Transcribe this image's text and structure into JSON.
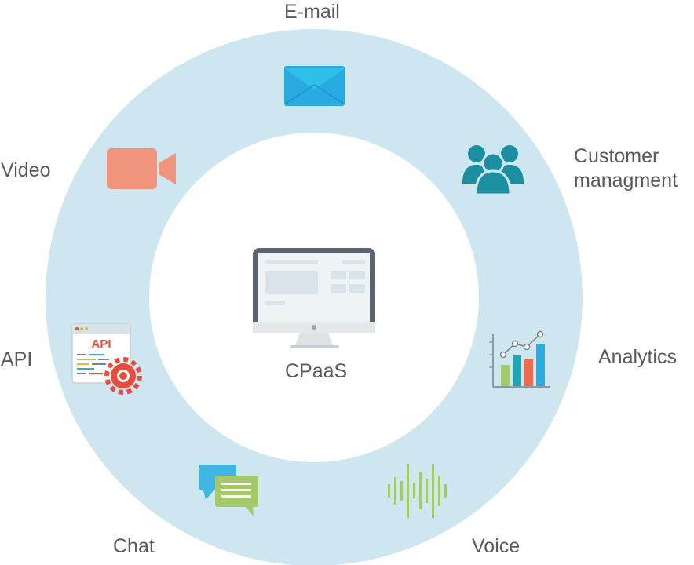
{
  "center": {
    "label": "CPaaS",
    "icon": "monitor-icon"
  },
  "channels": [
    {
      "label": "E-mail",
      "icon": "envelope-icon"
    },
    {
      "label": "Customer\nmanagment",
      "icon": "users-group-icon"
    },
    {
      "label": "Analytics",
      "icon": "bar-chart-icon"
    },
    {
      "label": "Voice",
      "icon": "sound-wave-icon"
    },
    {
      "label": "Chat",
      "icon": "chat-bubbles-icon"
    },
    {
      "label": "API",
      "icon": "api-gear-icon"
    },
    {
      "label": "Video",
      "icon": "video-camera-icon"
    }
  ],
  "api_badge_text": "API",
  "colors": {
    "ring": "#cde6ef",
    "label": "#5a5a5a",
    "envelope": "#29abe2",
    "users": "#1c8ea1",
    "video": "#f0947e",
    "chat_blue": "#3fb7e2",
    "chat_green": "#a4c96a",
    "voice": "#a4c96a",
    "api_red": "#e84c3d"
  }
}
